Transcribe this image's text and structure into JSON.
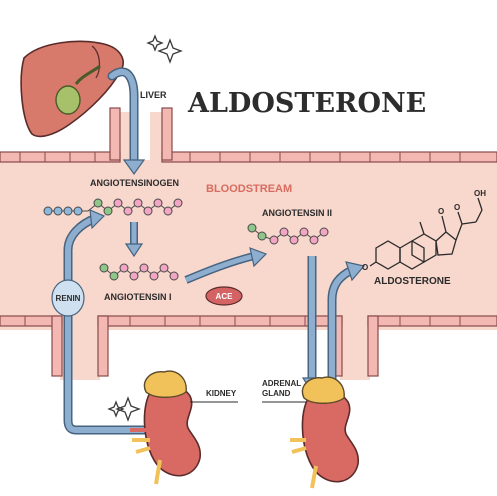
{
  "title": "ALDOSTERONE",
  "labels": {
    "liver": "LIVER",
    "bloodstream": "BLOODSTREAM",
    "angiotensinogen": "ANGIOTENSINOGEN",
    "angiotensin_1": "ANGIOTENSIN I",
    "angiotensin_2": "ANGIOTENSIN II",
    "renin": "RENIN",
    "ace": "ACE",
    "aldosterone": "ALDOSTERONE",
    "kidney": "KIDNEY",
    "adrenal_gland_line1": "ADRENAL",
    "adrenal_gland_line2": "GLAND",
    "oh": "OH",
    "o_left": "O",
    "o_top": "O",
    "o_right": "O"
  },
  "colors": {
    "vessel_fill": "#f8d7cc",
    "vessel_wall": "#e9a9a5",
    "arrow_fill": "#8eaed0",
    "arrow_stroke": "#46637f",
    "liver": "#d77a6b",
    "gallbladder": "#a7c06a",
    "kidney": "#d96a63",
    "adrenal": "#f2c25a",
    "molecule_pink": "#f2a6c3",
    "molecule_green": "#8fc78b",
    "molecule_blue": "#8db8dc",
    "ace_badge": "#d46464",
    "bloodstream_text": "#d86c60"
  },
  "icons": [
    "sparkle-icon",
    "liver-icon",
    "kidney-icon",
    "adrenal-gland-icon",
    "steroid-molecule-icon"
  ]
}
